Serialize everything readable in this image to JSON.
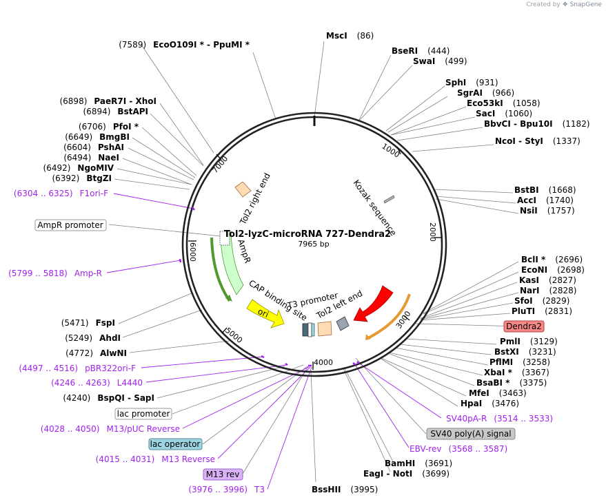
{
  "credit": {
    "prefix": "Created by",
    "brand": "SnapGene"
  },
  "plasmid": {
    "name": "Tol2-lyzC-microRNA 727-Dendra2",
    "size_label": "7965 bp",
    "total_bp": 7965
  },
  "colors": {
    "backbone": "#222222",
    "leader": "#808080",
    "primer": "#a020f0",
    "ampr": "#ccffcc",
    "ampr_edge": "#4f9a2e",
    "ori": "#ffff00",
    "dendra2": "#ff0000",
    "tol2": "#ffdcb4",
    "dendra_box": "#f88686",
    "sv40_box": "#c8c8c8",
    "lacop_box": "#9cd4e2",
    "m13rev_box": "#d9b3f5"
  },
  "ticks": [
    "1000",
    "2000",
    "3000",
    "4000",
    "5000",
    "6000",
    "7000"
  ],
  "sites_right": [
    {
      "name": "MscI",
      "pos": "(86)"
    },
    {
      "name": "BseRI",
      "pos": "(444)"
    },
    {
      "name": "SwaI",
      "pos": "(499)"
    },
    {
      "name": "SphI",
      "pos": "(931)"
    },
    {
      "name": "SgrAI",
      "pos": "(966)"
    },
    {
      "name": "Eco53kI",
      "pos": "(1058)"
    },
    {
      "name": "SacI",
      "pos": "(1060)"
    },
    {
      "name": "BbvCI  -  Bpu10I",
      "pos": "(1182)"
    },
    {
      "name": "NcoI  -  StyI",
      "pos": "(1337)"
    },
    {
      "name": "BstBI",
      "pos": "(1668)"
    },
    {
      "name": "AccI",
      "pos": "(1740)"
    },
    {
      "name": "NsiI",
      "pos": "(1757)"
    },
    {
      "name": "BclI *",
      "pos": "(2696)"
    },
    {
      "name": "EcoNI",
      "pos": "(2698)"
    },
    {
      "name": "KasI",
      "pos": "(2827)"
    },
    {
      "name": "NarI",
      "pos": "(2828)"
    },
    {
      "name": "SfoI",
      "pos": "(2829)"
    },
    {
      "name": "PluTI",
      "pos": "(2831)"
    },
    {
      "name": "PmlI",
      "pos": "(3129)"
    },
    {
      "name": "BstXI",
      "pos": "(3231)"
    },
    {
      "name": "PflMI",
      "pos": "(3258)"
    },
    {
      "name": "XbaI *",
      "pos": "(3367)"
    },
    {
      "name": "BsaBI *",
      "pos": "(3375)"
    },
    {
      "name": "MfeI",
      "pos": "(3463)"
    },
    {
      "name": "HpaI",
      "pos": "(3476)"
    },
    {
      "name": "BamHI",
      "pos": "(3691)"
    },
    {
      "name": "EagI  -  NotI",
      "pos": "(3699)"
    },
    {
      "name": "BssHII",
      "pos": "(3995)"
    }
  ],
  "sites_left": [
    {
      "name": "EcoO109I *  -  PpuMI *",
      "pos": "(7589)"
    },
    {
      "name": "PaeR7I  -  XhoI",
      "pos": "(6898)"
    },
    {
      "name": "BstAPI",
      "pos": "(6894)"
    },
    {
      "name": "PfoI *",
      "pos": "(6706)"
    },
    {
      "name": "BmgBI",
      "pos": "(6649)"
    },
    {
      "name": "PshAI",
      "pos": "(6604)"
    },
    {
      "name": "NaeI",
      "pos": "(6494)"
    },
    {
      "name": "NgoMIV",
      "pos": "(6492)"
    },
    {
      "name": "BtgZI",
      "pos": "(6392)"
    },
    {
      "name": "FspI",
      "pos": "(5471)"
    },
    {
      "name": "AhdI",
      "pos": "(5249)"
    },
    {
      "name": "AlwNI",
      "pos": "(4772)"
    },
    {
      "name": "BspQI  -  SapI",
      "pos": "(4240)"
    }
  ],
  "primers": [
    {
      "name": "F1ori-F",
      "pos": "(6304 .. 6325)"
    },
    {
      "name": "Amp-R",
      "pos": "(5799 .. 5818)"
    },
    {
      "name": "pBR322ori-F",
      "pos": "(4497 .. 4516)"
    },
    {
      "name": "L4440",
      "pos": "(4246 .. 4263)"
    },
    {
      "name": "M13/pUC Reverse",
      "pos": "(4028 .. 4050)"
    },
    {
      "name": "M13 Reverse",
      "pos": "(4015 .. 4031)"
    },
    {
      "name": "T3",
      "pos": "(3976 .. 3996)"
    },
    {
      "name": "SV40pA-R",
      "pos": "(3514 .. 3533)"
    },
    {
      "name": "EBV-rev",
      "pos": "(3568 .. 3587)"
    }
  ],
  "boxed": {
    "ampr_promoter": "AmpR promoter",
    "dendra2": "Dendra2",
    "lac_promoter": "lac promoter",
    "lac_operator": "lac operator",
    "sv40": "SV40 poly(A) signal",
    "m13rev": "M13 rev"
  },
  "features": {
    "tol2_right": "Tol2 right end",
    "kozak": "Kozak sequence",
    "ampr": "AmpR",
    "cap": "CAP binding site",
    "t3": "T3 promoter",
    "tol2_left": "Tol2 left end",
    "ori": "ori"
  }
}
